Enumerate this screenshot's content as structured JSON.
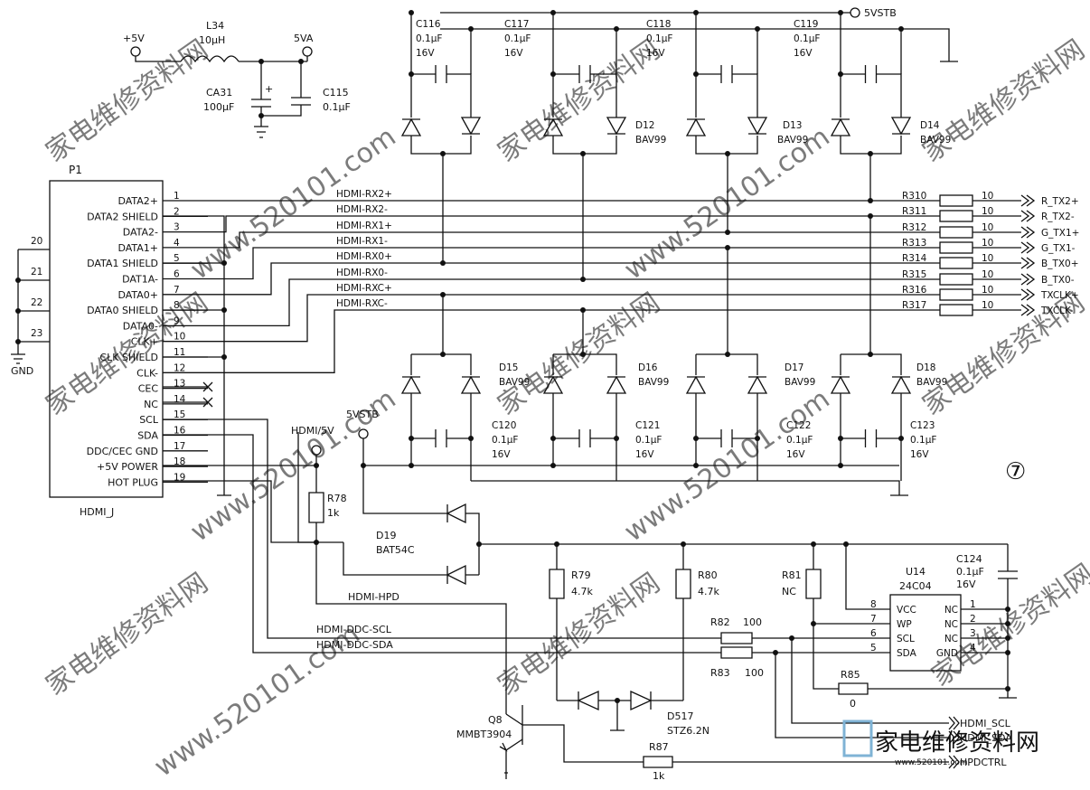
{
  "connector": {
    "ref": "P1",
    "name": "HDMI_J",
    "pins": [
      {
        "num": "1",
        "label": "DATA2+"
      },
      {
        "num": "2",
        "label": "DATA2 SHIELD"
      },
      {
        "num": "3",
        "label": "DATA2-"
      },
      {
        "num": "4",
        "label": "DATA1+"
      },
      {
        "num": "5",
        "label": "DATA1 SHIELD"
      },
      {
        "num": "6",
        "label": "DAT1A-"
      },
      {
        "num": "7",
        "label": "DATA0+"
      },
      {
        "num": "8",
        "label": "DATA0 SHIELD"
      },
      {
        "num": "9",
        "label": "DATA0-"
      },
      {
        "num": "10",
        "label": "CLK+"
      },
      {
        "num": "11",
        "label": "CLK SHIELD"
      },
      {
        "num": "12",
        "label": "CLK-"
      },
      {
        "num": "13",
        "label": "CEC"
      },
      {
        "num": "14",
        "label": "NC"
      },
      {
        "num": "15",
        "label": "SCL"
      },
      {
        "num": "16",
        "label": "SDA"
      },
      {
        "num": "17",
        "label": "DDC/CEC GND"
      },
      {
        "num": "18",
        "label": "+5V POWER"
      },
      {
        "num": "19",
        "label": "HOT PLUG"
      }
    ],
    "ground_pins": [
      "20",
      "21",
      "22",
      "23"
    ],
    "gnd_label": "GND"
  },
  "nets": [
    "HDMI-RX2+",
    "HDMI-RX2-",
    "HDMI-RX1+",
    "HDMI-RX1-",
    "HDMI-RX0+",
    "HDMI-RX0-",
    "HDMI-RXC+",
    "HDMI-RXC-"
  ],
  "series_resistors": [
    {
      "ref": "R310",
      "value": "10",
      "out": "R_TX2+"
    },
    {
      "ref": "R311",
      "value": "10",
      "out": "R_TX2-"
    },
    {
      "ref": "R312",
      "value": "10",
      "out": "G_TX1+"
    },
    {
      "ref": "R313",
      "value": "10",
      "out": "G_TX1-"
    },
    {
      "ref": "R314",
      "value": "10",
      "out": "B_TX0+"
    },
    {
      "ref": "R315",
      "value": "10",
      "out": "B_TX0-"
    },
    {
      "ref": "R316",
      "value": "10",
      "out": "TXCLK+"
    },
    {
      "ref": "R317",
      "value": "10",
      "out": "TXCLK-"
    }
  ],
  "power": {
    "p5v": "+5V",
    "l34_ref": "L34",
    "l34_val": "10μH",
    "p5va": "5VA",
    "ca31_ref": "CA31",
    "ca31_val": "100μF",
    "c115_ref": "C115",
    "c115_val": "0.1μF",
    "vstb_top": "5VSTB",
    "hdmi5v": "HDMI/5V",
    "vstb_mid": "5VSTB"
  },
  "top_caps": [
    {
      "ref": "C116",
      "val": "0.1μF",
      "v": "16V"
    },
    {
      "ref": "C117",
      "val": "0.1μF",
      "v": "16V"
    },
    {
      "ref": "C118",
      "val": "0.1μF",
      "v": "16V"
    },
    {
      "ref": "C119",
      "val": "0.1μF",
      "v": "16V"
    }
  ],
  "top_diodes": [
    {
      "ref": "D12",
      "part": "BAV99"
    },
    {
      "ref": "D13",
      "part": "BAV99"
    },
    {
      "ref": "D14",
      "part": "BAV99"
    }
  ],
  "bottom_diodes": [
    {
      "ref": "D15",
      "part": "BAV99"
    },
    {
      "ref": "D16",
      "part": "BAV99"
    },
    {
      "ref": "D17",
      "part": "BAV99"
    },
    {
      "ref": "D18",
      "part": "BAV99"
    }
  ],
  "bottom_caps": [
    {
      "ref": "C120",
      "val": "0.1μF",
      "v": "16V"
    },
    {
      "ref": "C121",
      "val": "0.1μF",
      "v": "16V"
    },
    {
      "ref": "C122",
      "val": "0.1μF",
      "v": "16V"
    },
    {
      "ref": "C123",
      "val": "0.1μF",
      "v": "16V"
    }
  ],
  "lower": {
    "r78_ref": "R78",
    "r78_val": "1k",
    "d19_ref": "D19",
    "d19_part": "BAT54C",
    "hpd_net": "HDMI-HPD",
    "scl_net": "HDMI-DDC-SCL",
    "sda_net": "HDMI-DDC-SDA",
    "r79_ref": "R79",
    "r79_val": "4.7k",
    "r80_ref": "R80",
    "r80_val": "4.7k",
    "r81_ref": "R81",
    "r81_val": "NC",
    "r82_ref": "R82",
    "r82_val": "100",
    "r83_ref": "R83",
    "r83_val": "100",
    "r85_ref": "R85",
    "r85_val": "0",
    "r87_ref": "R87",
    "r87_val": "1k",
    "d517_ref": "D517",
    "d517_part": "STZ6.2N",
    "q8_ref": "Q8",
    "q8_part": "MMBT3904",
    "u14_ref": "U14",
    "u14_part": "24C04",
    "c124_ref": "C124",
    "c124_val": "0.1μF",
    "c124_v": "16V",
    "u14_left": [
      {
        "num": "8",
        "name": "VCC"
      },
      {
        "num": "7",
        "name": "WP"
      },
      {
        "num": "6",
        "name": "SCL"
      },
      {
        "num": "5",
        "name": "SDA"
      }
    ],
    "u14_right": [
      {
        "num": "1",
        "name": "NC"
      },
      {
        "num": "2",
        "name": "NC"
      },
      {
        "num": "3",
        "name": "NC"
      },
      {
        "num": "4",
        "name": "GND"
      }
    ],
    "out_scl": "HDMI_SCL",
    "out_sda": "HDMI_SDA",
    "out_hpd": "HPDCTRL"
  },
  "page_marker": "⑦",
  "watermark": {
    "text_cn": "家电维修资料网",
    "text_url": "www.520101.com",
    "logo_cn": "家电维修资料网",
    "logo_url": "www.520101.com"
  }
}
